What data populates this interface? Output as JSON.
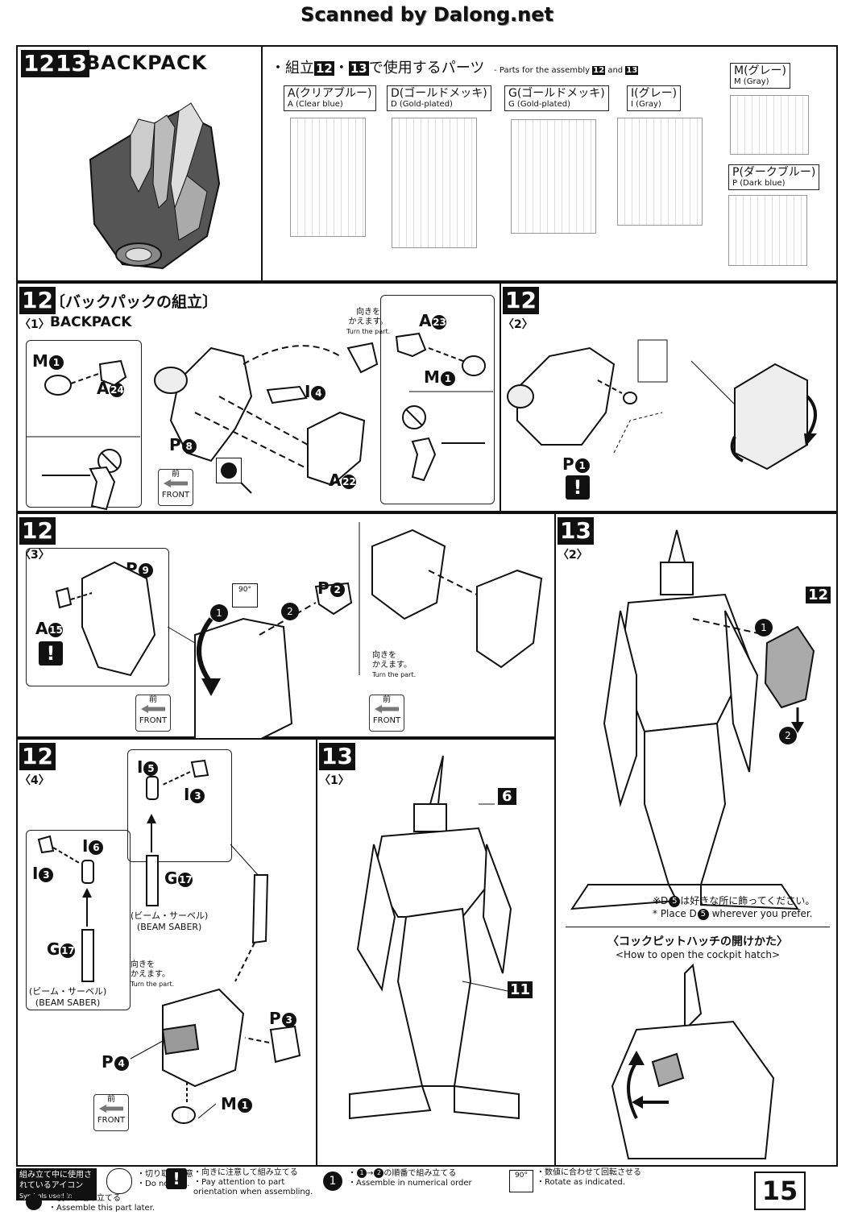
{
  "scan_credit": "Scanned by Dalong.net",
  "page_number": "15",
  "header": {
    "step_a": "12",
    "step_b": "13",
    "title": "BACKPACK"
  },
  "parts_intro": {
    "ja": "・組立",
    "step_a": "12",
    "dot": "・",
    "step_b": "13",
    "ja_tail": "で使用するパーツ",
    "en_prefix": "- Parts for the assembly",
    "en_and": "and"
  },
  "parts": [
    {
      "ja": "A(クリアブルー)",
      "en": "A (Clear blue)"
    },
    {
      "ja": "D(ゴールドメッキ)",
      "en": "D (Gold-plated)"
    },
    {
      "ja": "G(ゴールドメッキ)",
      "en": "G (Gold-plated)"
    },
    {
      "ja": "I(グレー)",
      "en": "I (Gray)"
    },
    {
      "ja": "M(グレー)",
      "en": "M (Gray)"
    },
    {
      "ja": "P(ダークブルー)",
      "en": "P (Dark blue)"
    }
  ],
  "step12_1": {
    "step": "12",
    "sub": "〈1〉",
    "ja_title": "〔バックパックの組立〕",
    "en_title": "BACKPACK",
    "turn_ja": "向きを\nかえます。",
    "turn_en": "Turn the part.",
    "labels": {
      "m": "M",
      "m_n": "1",
      "a24": "A",
      "a24_n": "24",
      "i4": "I",
      "i4_n": "4",
      "p8": "P",
      "p8_n": "8",
      "a22": "A",
      "a22_n": "22",
      "a23": "A",
      "a23_n": "23",
      "m1b": "M",
      "m1b_n": "1"
    },
    "front_ja": "前",
    "front_en": "FRONT"
  },
  "step12_2": {
    "step": "12",
    "sub": "〈2〉",
    "p1": "P",
    "p1_n": "1",
    "warn": "!"
  },
  "step12_3": {
    "step": "12",
    "sub": "〈3〉",
    "p9": "P",
    "p9_n": "9",
    "a15": "A",
    "a15_n": "15",
    "p2": "P",
    "p2_n": "2",
    "warn": "!",
    "deg": "90°",
    "n1": "1",
    "n2": "2",
    "turn_ja": "向きを\nかえます。",
    "turn_en": "Turn the part.",
    "front_ja": "前",
    "front_en": "FRONT"
  },
  "step13_2": {
    "step": "13",
    "sub": "〈2〉",
    "ref": "12",
    "n1": "1",
    "n2": "2",
    "note_ja": "※D",
    "note_ja_n": "5",
    "note_ja_tail": "は好きな所に飾ってください。",
    "note_en": "* Place D",
    "note_en_n": "5",
    "note_en_tail": " wherever you prefer.",
    "hatch_ja": "〈コックピットハッチの開けかた〉",
    "hatch_en": "<How to open the cockpit hatch>"
  },
  "step12_4": {
    "step": "12",
    "sub": "〈4〉",
    "i5": "I",
    "i5_n": "5",
    "i3a": "I",
    "i3a_n": "3",
    "i6": "I",
    "i6_n": "6",
    "i3b": "I",
    "i3b_n": "3",
    "g17a": "G",
    "g17a_n": "17",
    "g17b": "G",
    "g17b_n": "17",
    "saber_ja": "(ビーム・サーベル)",
    "saber_en": "(BEAM SABER)",
    "turn_ja": "向きを\nかえます。",
    "turn_en": "Turn the part.",
    "p3": "P",
    "p3_n": "3",
    "p4": "P",
    "p4_n": "4",
    "m1": "M",
    "m1_n": "1",
    "front_ja": "前",
    "front_en": "FRONT"
  },
  "step13_1": {
    "step": "13",
    "sub": "〈1〉",
    "ref6": "6",
    "ref11": "11"
  },
  "legend": {
    "title_ja": "組み立て中に使用されているアイコン",
    "title_en": "Symbols used in instructions",
    "items": [
      {
        "ja": "・切り取り注意",
        "en": "・Do not cut."
      },
      {
        "ja": "・後から組み立てる",
        "en": "・Assemble this part later."
      },
      {
        "ja": "・向きに注意して組み立てる",
        "en": "・Pay attention to part orientation when assembling."
      },
      {
        "ja": "・",
        "ja_tail": "の順番で組み立てる",
        "en": "・Assemble in numerical order",
        "n1": "1",
        "n2": "2"
      },
      {
        "ja": "・数値に合わせて回転させる",
        "en": "・Rotate as indicated.",
        "deg": "90°"
      }
    ],
    "warn": "!",
    "n1": "1"
  }
}
